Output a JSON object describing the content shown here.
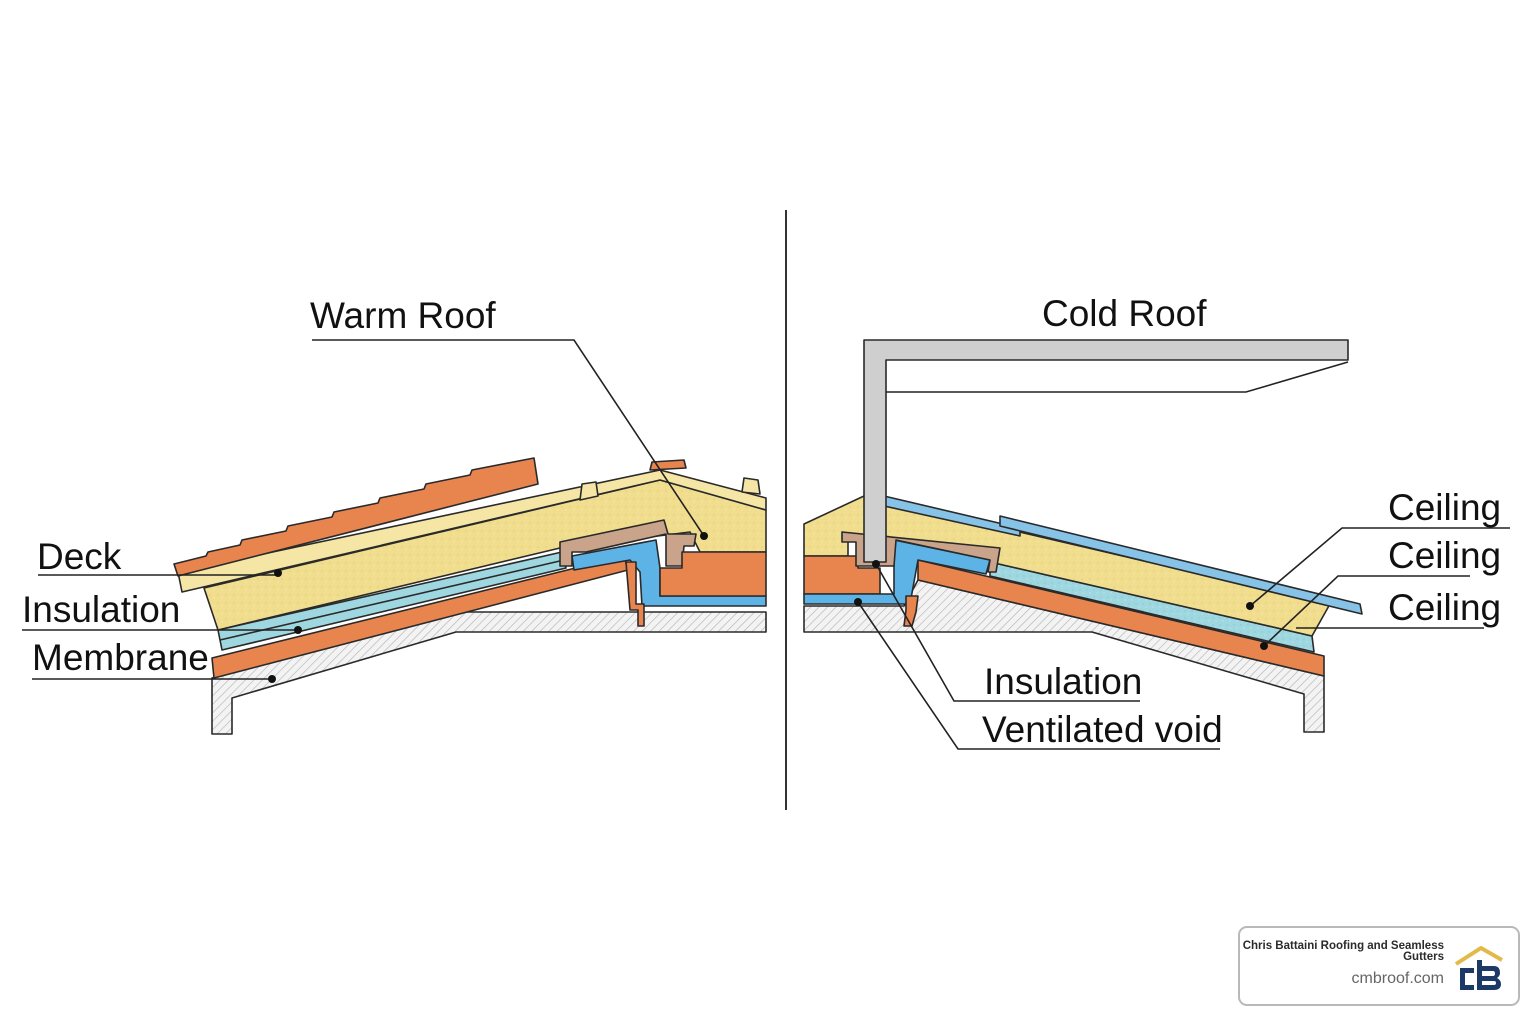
{
  "diagram": {
    "title_left": "Warm Roof",
    "title_right": "Cold Roof",
    "warm_labels": [
      "Deck",
      "Insulation",
      "Membrane"
    ],
    "cold_labels_right": [
      "Ceiling",
      "Ceiling",
      "Ceiling"
    ],
    "cold_labels_bottom": [
      "Insulation",
      "Ventilated void"
    ],
    "colors": {
      "tile_orange": "#e8854f",
      "deck_cream": "#f6e6a6",
      "insulation_yellow": "#f0dd8e",
      "membrane_blue": "#9fd7e0",
      "void_blue": "#5db3e6",
      "brown_joint": "#c9a48a",
      "steel_grey": "#cfcfcf",
      "hatch_grey": "#e9e9e9"
    }
  },
  "brand": {
    "name": "Chris Battaini Roofing and Seamless Gutters",
    "url": "cmbroof.com",
    "logo_icon": "house-cb-logo-icon",
    "logo_colors": {
      "roof": "#e3b94a",
      "letters": "#1d3a66"
    }
  }
}
